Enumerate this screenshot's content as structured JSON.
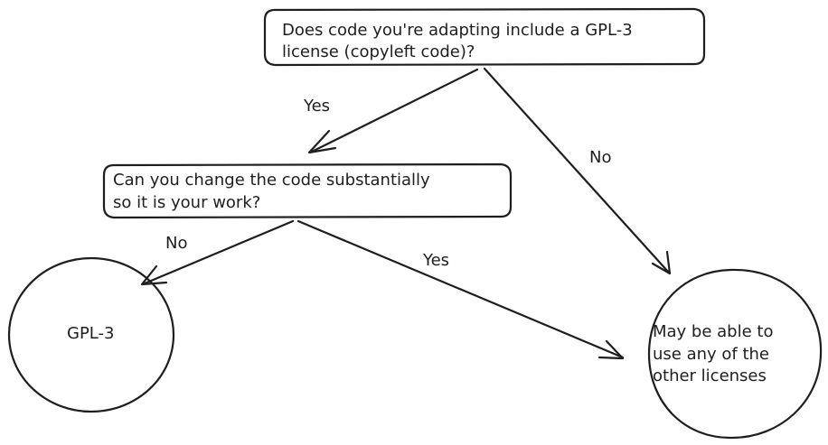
{
  "nodes": {
    "q1": {
      "lines": [
        "Does code you're adapting include a GPL-3",
        "license (copyleft code)?"
      ]
    },
    "q2": {
      "lines": [
        "Can you change the code substantially",
        "so it is your work?"
      ]
    },
    "gpl": {
      "lines": [
        "GPL-3"
      ]
    },
    "other": {
      "lines": [
        "May be able to",
        "use any of the",
        "other licenses"
      ]
    }
  },
  "edges": {
    "q1_yes": "Yes",
    "q1_no": "No",
    "q2_no": "No",
    "q2_yes": "Yes"
  }
}
